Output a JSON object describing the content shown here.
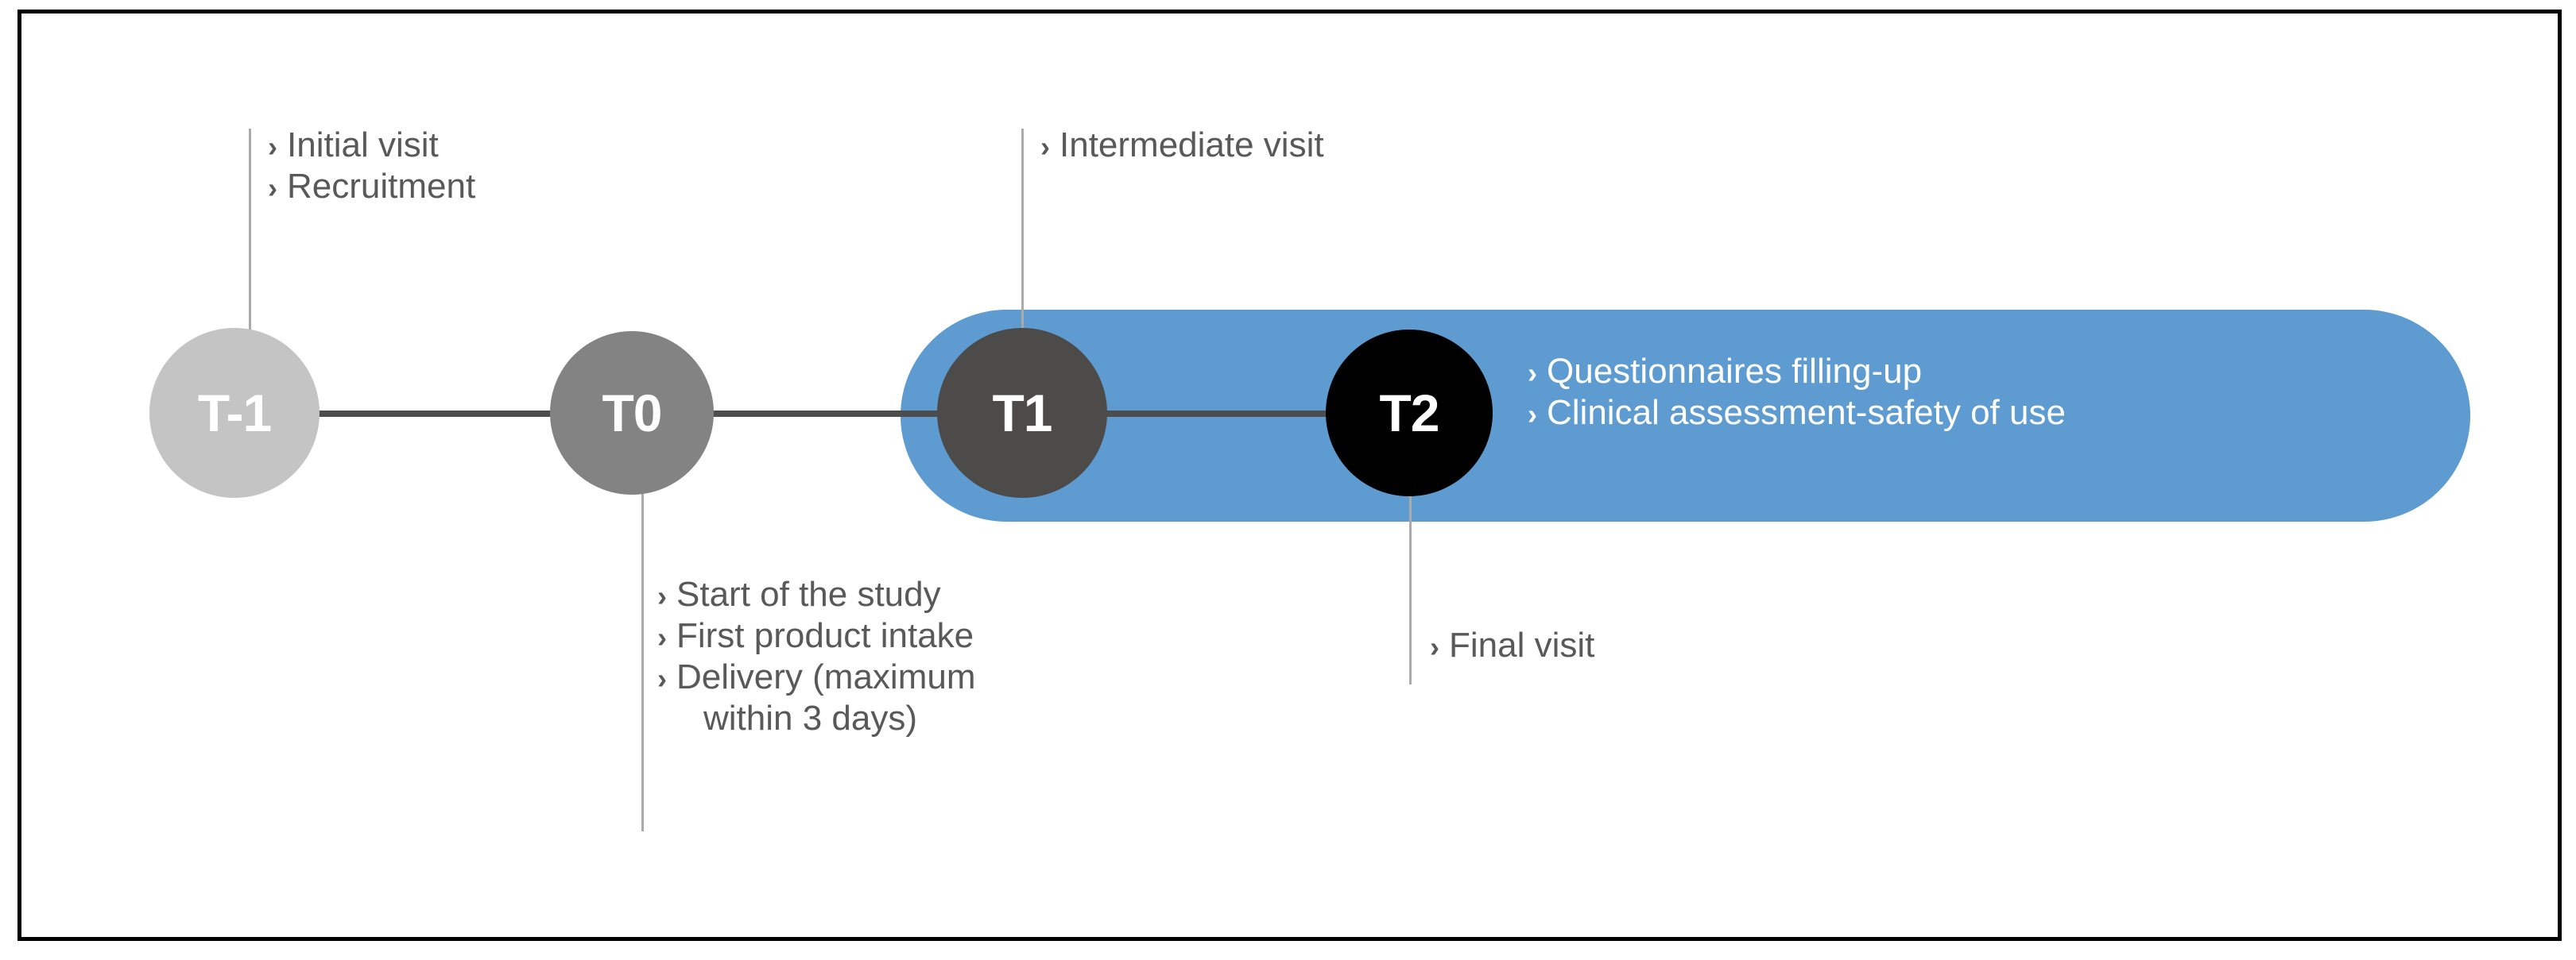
{
  "diagram": {
    "type": "study-timeline",
    "frame_color": "#000000",
    "highlight_color": "#5d9bd1",
    "axis_color": "#4d4d4d",
    "leader_color": "#aaaaaa",
    "text_color": "#595959",
    "highlight_text_color": "#ffffff",
    "bullet_marker": "›"
  },
  "nodes": [
    {
      "id": "T-1",
      "label": "T-1",
      "color": "#c4c4c4"
    },
    {
      "id": "T0",
      "label": "T0",
      "color": "#838383"
    },
    {
      "id": "T1",
      "label": "T1",
      "color": "#4d4a4a"
    },
    {
      "id": "T2",
      "label": "T2",
      "color": "#000000"
    }
  ],
  "annotations": {
    "t_minus_1": {
      "node": "T-1",
      "position": "above",
      "items": [
        "Initial visit",
        "Recruitment"
      ]
    },
    "t0": {
      "node": "T0",
      "position": "below",
      "items": [
        "Start of the study",
        "First product intake",
        "Delivery (maximum"
      ],
      "continuation": "within 3 days)"
    },
    "t1": {
      "node": "T1",
      "position": "above",
      "items": [
        "Intermediate visit"
      ]
    },
    "t2": {
      "node": "T2",
      "position": "below",
      "items": [
        "Final visit"
      ]
    },
    "highlight_phase": {
      "spans": "T1-T2",
      "position": "inside-highlight",
      "items": [
        "Questionnaires filling-up",
        "Clinical assessment-safety of use"
      ]
    }
  }
}
